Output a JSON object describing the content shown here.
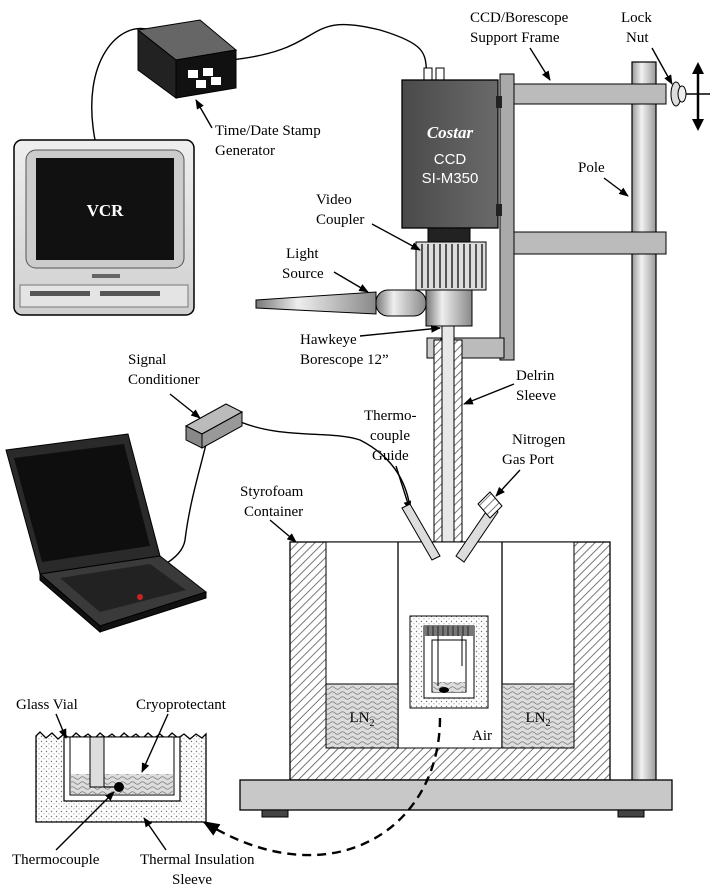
{
  "labels": {
    "ccd_support_line1": "CCD/Borescope",
    "ccd_support_line2": "Support Frame",
    "lock_nut_line1": "Lock",
    "lock_nut_line2": "Nut",
    "time_stamp_line1": "Time/Date Stamp",
    "time_stamp_line2": "Generator",
    "vcr": "VCR",
    "camera_brand": "Costar",
    "camera_line1": "CCD",
    "camera_line2": "SI-M350",
    "pole": "Pole",
    "video_coupler_line1": "Video",
    "video_coupler_line2": "Coupler",
    "light_source_line1": "Light",
    "light_source_line2": "Source",
    "borescope_line1": "Hawkeye",
    "borescope_line2": "Borescope 12”",
    "signal_cond_line1": "Signal",
    "signal_cond_line2": "Conditioner",
    "delrin_line1": "Delrin",
    "delrin_line2": "Sleeve",
    "thermo_guide_line1": "Thermo-",
    "thermo_guide_line2": "couple",
    "thermo_guide_line3": "Guide",
    "nitrogen_line1": "Nitrogen",
    "nitrogen_line2": "Gas Port",
    "styro_line1": "Styrofoam",
    "styro_line2": "Container",
    "ln2": "LN",
    "ln2_sub": "2",
    "air": "Air",
    "glass_vial": "Glass Vial",
    "cryoprotectant": "Cryoprotectant",
    "thermocouple": "Thermocouple",
    "insulation_line1": "Thermal Insulation",
    "insulation_line2": "Sleeve"
  }
}
